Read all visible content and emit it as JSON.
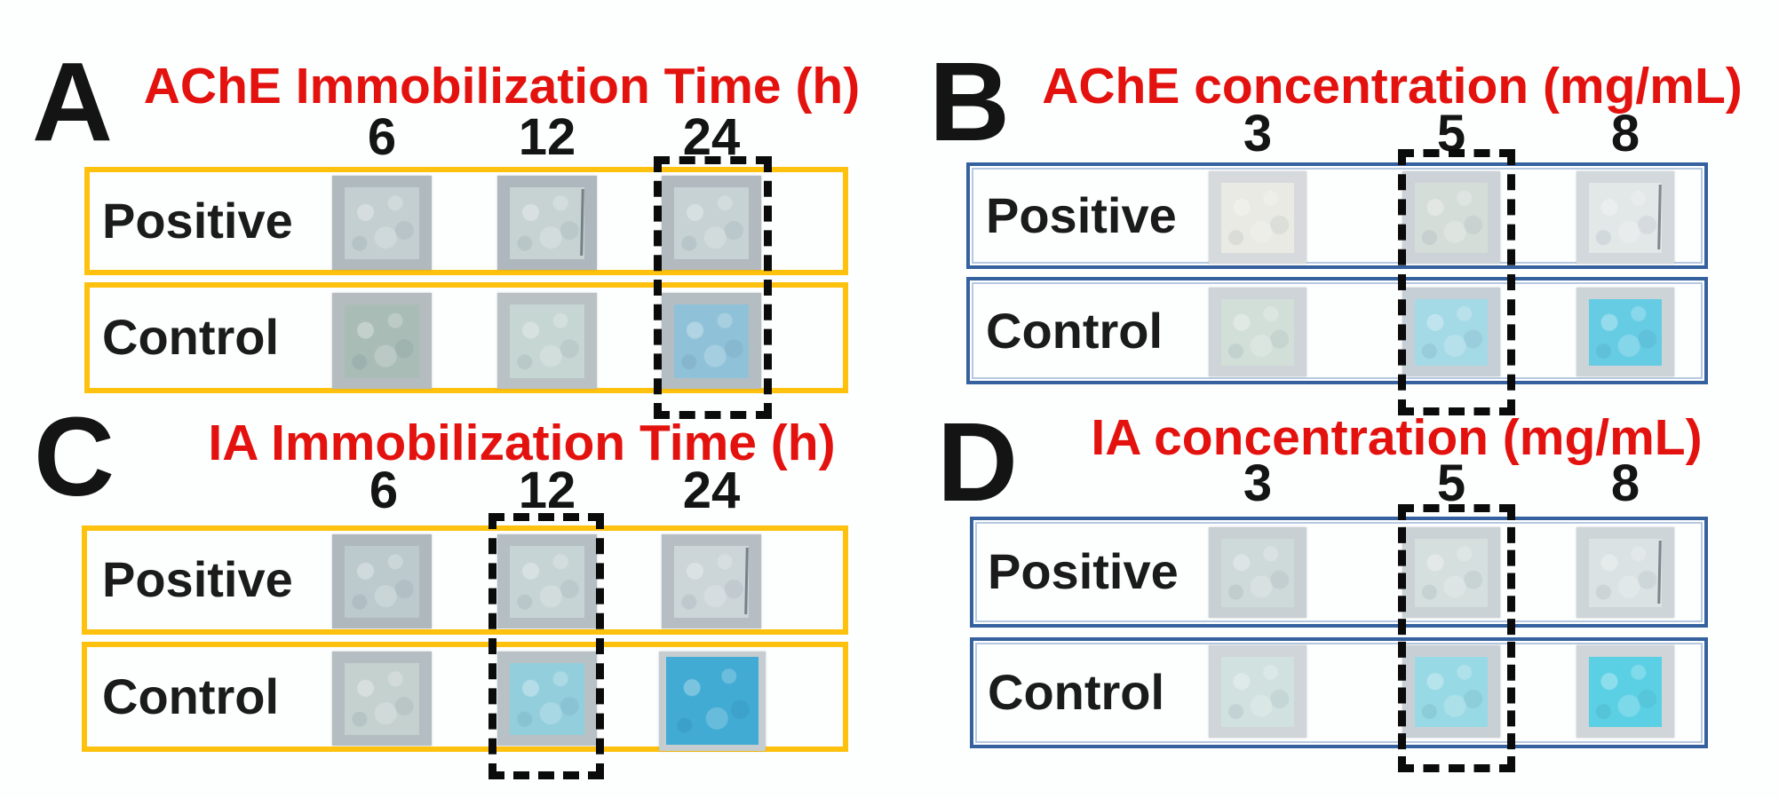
{
  "figure": {
    "colors": {
      "title_red": "#e3120e",
      "panel_letter": "#141414",
      "yellow_border": "#fec10d",
      "blue_border": "#35619f",
      "dashed_box": "#0b0b0b",
      "row_label": "#1b1b1b"
    },
    "panels": [
      {
        "id": "A",
        "letter": "A",
        "title": "AChE Immobilization Time (h)",
        "columns": [
          "6",
          "12",
          "24"
        ],
        "highlighted_column": "24",
        "rows": [
          {
            "label": "Positive",
            "swatches": [
              {
                "mount": "#b0b9be",
                "patch": "#c3cfd1",
                "edge_line": false
              },
              {
                "mount": "#adb7bd",
                "patch": "#c7d3d3",
                "edge_line": true
              },
              {
                "mount": "#b2bac0",
                "patch": "#c6d2d4",
                "edge_line": false
              }
            ]
          },
          {
            "label": "Control",
            "swatches": [
              {
                "mount": "#b5bcc0",
                "patch": "#a9bcb6",
                "edge_line": false
              },
              {
                "mount": "#b9c1c4",
                "patch": "#c6d6d2",
                "edge_line": false
              },
              {
                "mount": "#b4bdc2",
                "patch": "#8fc2d8",
                "edge_line": false
              }
            ]
          }
        ]
      },
      {
        "id": "B",
        "letter": "B",
        "title": "AChE concentration (mg/mL)",
        "columns": [
          "3",
          "5",
          "8"
        ],
        "highlighted_column": "5",
        "rows": [
          {
            "label": "Positive",
            "swatches": [
              {
                "mount": "#d6dadd",
                "patch": "#e9eae3",
                "edge_line": false
              },
              {
                "mount": "#ccd2d8",
                "patch": "#d5ddd9",
                "edge_line": false
              },
              {
                "mount": "#d2d8db",
                "patch": "#e2e7e8",
                "edge_line": true
              }
            ]
          },
          {
            "label": "Control",
            "swatches": [
              {
                "mount": "#ced4d7",
                "patch": "#d2dfd9",
                "edge_line": false
              },
              {
                "mount": "#c7cfd6",
                "patch": "#a4d9e6",
                "edge_line": false
              },
              {
                "mount": "#cdd4d8",
                "patch": "#66cce4",
                "edge_line": false
              }
            ]
          }
        ]
      },
      {
        "id": "C",
        "letter": "C",
        "title": "IA Immobilization Time (h)",
        "columns": [
          "6",
          "12",
          "24"
        ],
        "highlighted_column": "12",
        "rows": [
          {
            "label": "Positive",
            "swatches": [
              {
                "mount": "#aeb8bd",
                "patch": "#bccacd",
                "edge_line": false
              },
              {
                "mount": "#b4bec3",
                "patch": "#c7d4d5",
                "edge_line": false
              },
              {
                "mount": "#b6bec4",
                "patch": "#ccd5d8",
                "edge_line": true
              }
            ]
          },
          {
            "label": "Control",
            "swatches": [
              {
                "mount": "#b4bdc1",
                "patch": "#c5d1cf",
                "edge_line": false
              },
              {
                "mount": "#b8c2c6",
                "patch": "#93cedd",
                "edge_line": false
              },
              {
                "mount": "#c6cdd1",
                "patch": "#41abd3",
                "edge_line": false
              }
            ]
          }
        ]
      },
      {
        "id": "D",
        "letter": "D",
        "title": "IA concentration (mg/mL)",
        "columns": [
          "3",
          "5",
          "8"
        ],
        "highlighted_column": "5",
        "rows": [
          {
            "label": "Positive",
            "swatches": [
              {
                "mount": "#c8d0d4",
                "patch": "#ced9d9",
                "edge_line": false
              },
              {
                "mount": "#cbd2d6",
                "patch": "#d5dfde",
                "edge_line": false
              },
              {
                "mount": "#ced5d9",
                "patch": "#dae2e3",
                "edge_line": true
              }
            ]
          },
          {
            "label": "Control",
            "swatches": [
              {
                "mount": "#cfd5d8",
                "patch": "#d0e1df",
                "edge_line": false
              },
              {
                "mount": "#c8d0d6",
                "patch": "#97d9e4",
                "edge_line": false
              },
              {
                "mount": "#cfd5d8",
                "patch": "#5bd0e4",
                "edge_line": false
              }
            ]
          }
        ]
      }
    ]
  }
}
